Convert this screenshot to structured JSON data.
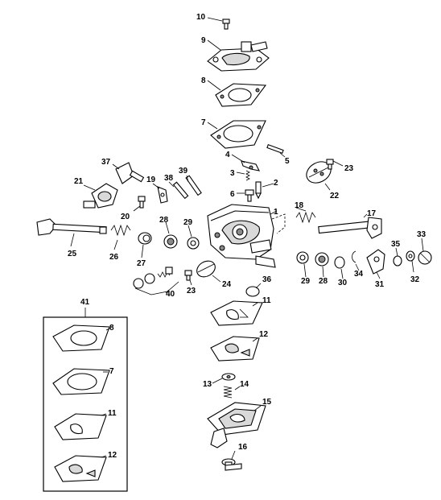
{
  "diagram": {
    "callouts": {
      "p1": "1",
      "p2": "2",
      "p3": "3",
      "p4": "4",
      "p5": "5",
      "p6": "6",
      "p7": "7",
      "p8": "8",
      "p9": "9",
      "p10": "10",
      "p11": "11",
      "p12": "12",
      "p13": "13",
      "p14": "14",
      "p15": "15",
      "p16": "16",
      "p17": "17",
      "p18": "18",
      "p19": "19",
      "p20": "20",
      "p21": "21",
      "p22": "22",
      "p23a": "23",
      "p23b": "23",
      "p24": "24",
      "p25": "25",
      "p26": "26",
      "p27": "27",
      "p28a": "28",
      "p28b": "28",
      "p29a": "29",
      "p29b": "29",
      "p30": "30",
      "p31": "31",
      "p32": "32",
      "p33": "33",
      "p34": "34",
      "p35": "35",
      "p36": "36",
      "p37": "37",
      "p38": "38",
      "p39": "39",
      "p40": "40",
      "p41": "41",
      "kit8": "8",
      "kit7": "7",
      "kit11": "11",
      "kit12": "12"
    },
    "colors": {
      "line": "#000000",
      "fill": "#ffffff",
      "shade": "#d9d9d9"
    }
  }
}
